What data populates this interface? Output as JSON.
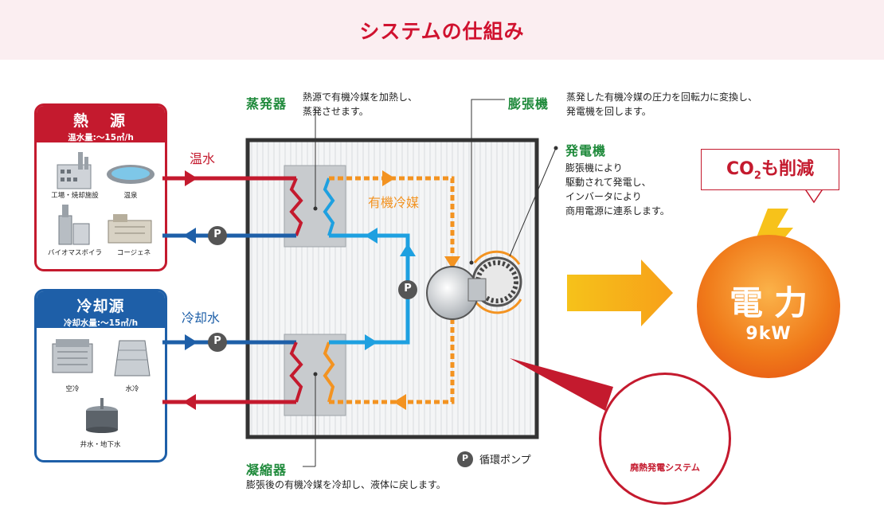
{
  "header": {
    "title": "システムの仕組み"
  },
  "heat_source": {
    "title": "熱　源",
    "subtitle": "温水量:～15㎥/h",
    "items": [
      "工場・焼却施設",
      "温泉",
      "バイオマスボイラ",
      "コージェネ"
    ]
  },
  "cooling_source": {
    "title": "冷却源",
    "subtitle": "冷却水量:～15㎥/h",
    "items": [
      "空冷",
      "水冷",
      "井水・地下水"
    ]
  },
  "flows": {
    "hot_water": "温水",
    "cooling_water": "冷却水",
    "organic_refrigerant": "有機冷媒"
  },
  "evaporator": {
    "label": "蒸発器",
    "desc": [
      "熱源で有機冷媒を加熱し、",
      "蒸発させます。"
    ]
  },
  "expander": {
    "label": "膨張機",
    "desc": [
      "蒸発した有機冷媒の圧力を回転力に変換し、",
      "発電機を回します。"
    ]
  },
  "generator": {
    "label": "発電機",
    "desc": [
      "膨張機により",
      "駆動されて発電し、",
      "インバータにより",
      "商用電源に連系します。"
    ]
  },
  "condenser": {
    "label": "凝縮器",
    "desc": [
      "膨張後の有機冷媒を冷却し、液体に戻します。"
    ]
  },
  "pump": {
    "symbol": "P",
    "label": "循環ポンプ"
  },
  "co2": {
    "prefix": "CO",
    "sub": "2",
    "suffix": "も削減"
  },
  "power": {
    "label": "電力",
    "value": "9kW"
  },
  "waste_heat_system": {
    "label": "廃熱発電システム"
  },
  "colors": {
    "red": "#c41a2e",
    "blue": "#1e5fa8",
    "orange": "#f39321",
    "light_blue": "#1ea0e0",
    "green": "#1f8a3b"
  }
}
